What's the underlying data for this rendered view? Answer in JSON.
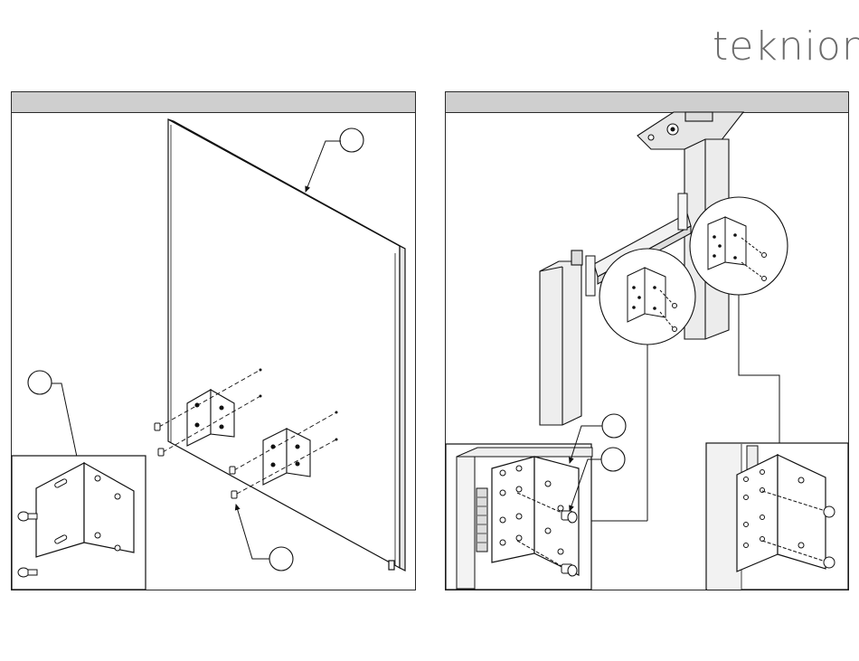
{
  "brand": {
    "logo_text": "teknion"
  },
  "panels": [
    {
      "id": "left",
      "header": ""
    },
    {
      "id": "right",
      "header": ""
    }
  ],
  "callouts": {
    "left": [
      "",
      "",
      ""
    ],
    "right": [
      "",
      ""
    ]
  }
}
